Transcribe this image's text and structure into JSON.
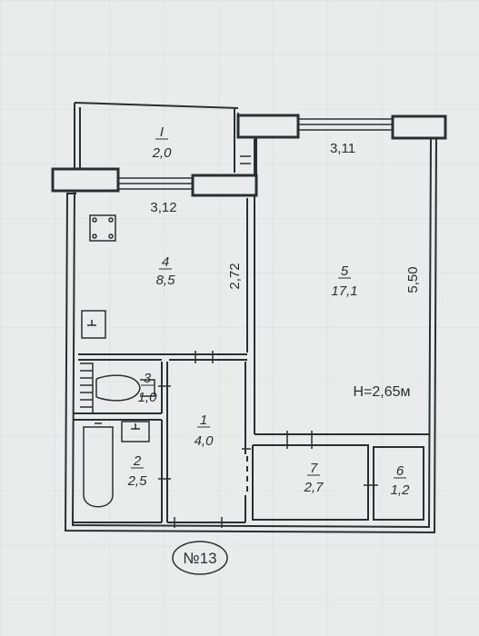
{
  "plan": {
    "stamp": "№13",
    "ceiling_height": "H=2,65м",
    "dimensions": {
      "window_top_right": "3,11",
      "window_left": "3,12",
      "wall_kitchen": "2,72",
      "wall_room_right": "5,50"
    },
    "rooms": [
      {
        "number": "I",
        "area": "2,0"
      },
      {
        "number": "4",
        "area": "8,5"
      },
      {
        "number": "5",
        "area": "17,1"
      },
      {
        "number": "3",
        "area": "1,0"
      },
      {
        "number": "1",
        "area": "4,0"
      },
      {
        "number": "2",
        "area": "2,5"
      },
      {
        "number": "7",
        "area": "2,7"
      },
      {
        "number": "6",
        "area": "1,2"
      }
    ],
    "colors": {
      "line": "#2a2f33",
      "paper": "#e9ecea",
      "grid": "#d6dcdc"
    }
  }
}
